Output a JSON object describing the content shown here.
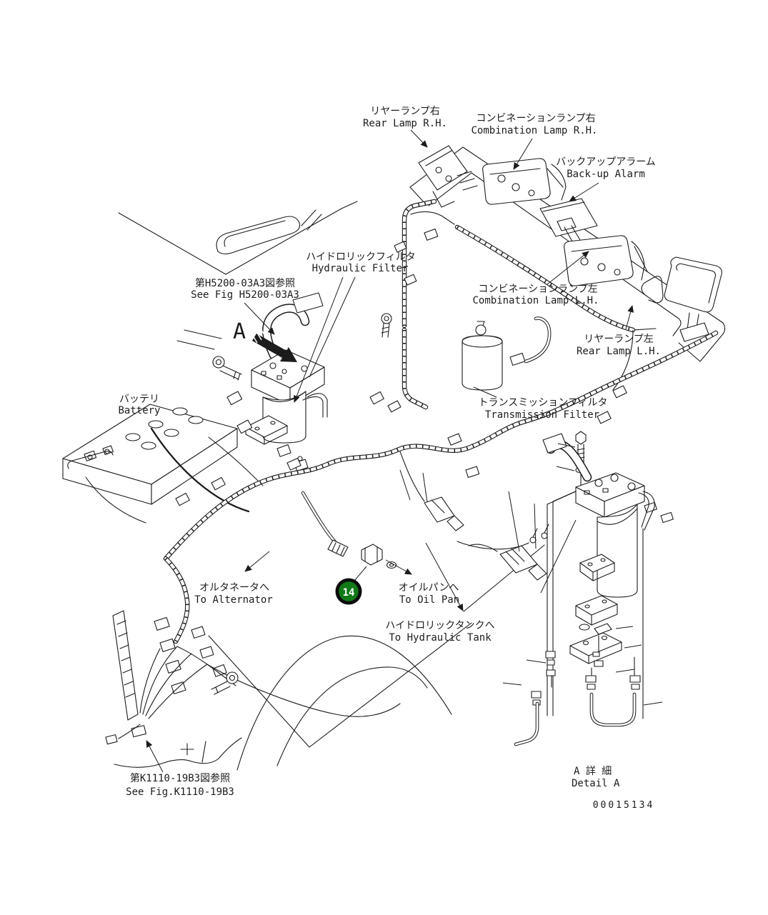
{
  "page": {
    "background": "#ffffff",
    "line_color": "#1c1c1c"
  },
  "drawing_number": "00015134",
  "callout": {
    "number": "14",
    "fill": "#117a17",
    "ring": "#0c0c0c",
    "text_color": "#ffffff"
  },
  "labels": {
    "view_marker": "A",
    "rear_lamp_rh": {
      "jp": "リヤーランプ右",
      "en": "Rear Lamp R.H."
    },
    "combination_lamp_rh": {
      "jp": "コンビネーションランプ右",
      "en": "Combination Lamp R.H."
    },
    "backup_alarm": {
      "jp": "バックアップアラーム",
      "en": "Back-up Alarm"
    },
    "hydraulic_filter": {
      "jp": "ハイドロリックフィルタ",
      "en": "Hydraulic Filter"
    },
    "see_fig_h5200": {
      "jp": "第H5200-03A3図参照",
      "en": "See Fig H5200-03A3"
    },
    "combination_lamp_lh": {
      "jp": "コンビネーションランプ左",
      "en": "Combination Lamp L.H."
    },
    "rear_lamp_lh": {
      "jp": "リヤーランプ左",
      "en": "Rear Lamp L.H."
    },
    "battery": {
      "jp": "バッテリ",
      "en": "Battery"
    },
    "transmission_filter": {
      "jp": "トランスミッションフィルタ",
      "en": "Transmission Filter"
    },
    "to_alternator": {
      "jp": "オルタネータへ",
      "en": "To Alternator"
    },
    "to_oil_pan": {
      "jp": "オイルパンへ",
      "en": "To Oil Pan"
    },
    "to_hydraulic_tank": {
      "jp": "ハイドロリックタンクへ",
      "en": "To Hydraulic Tank"
    },
    "see_fig_k1110": {
      "jp": "第K1110-19B3図参照",
      "en": "See Fig.K1110-19B3"
    },
    "detail_a": {
      "jp": "A 詳 細",
      "en": "Detail A"
    }
  }
}
